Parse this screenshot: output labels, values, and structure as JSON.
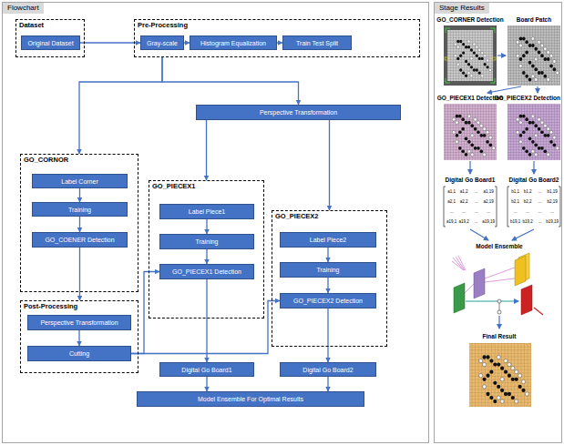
{
  "diagram": {
    "nodes": [
      {
        "text": [
          "Flowchart"
        ]
      },
      {
        "text": [
          "Dataset"
        ],
        "in": 0
      },
      {
        "text": [
          "Original Dataset"
        ],
        "in": 1
      },
      {
        "text": [
          "Pre-Processing"
        ],
        "in": 0
      },
      {
        "text": [
          "Gray-scale"
        ],
        "in": 3
      },
      {
        "text": [
          "Histogram Equalization"
        ],
        "in": 3
      },
      {
        "text": [
          "Train Test Split"
        ],
        "in": 3
      },
      {
        "text": [
          "Perspective Transformation"
        ],
        "in": 0
      },
      {
        "text": [
          "GO_CORNOR"
        ],
        "in": 0
      },
      {
        "text": [
          "Label Corner"
        ],
        "in": 8
      },
      {
        "text": [
          "Training"
        ],
        "in": 8
      },
      {
        "text": [
          "GO_COENER Detection"
        ],
        "in": 8
      },
      {
        "text": [
          "GO_PIECEX1"
        ],
        "in": 0
      },
      {
        "text": [
          "Label Piece1"
        ],
        "in": 12
      },
      {
        "text": [
          "Training"
        ],
        "in": 12
      },
      {
        "text": [
          "GO_PIECEX1 Detection"
        ],
        "in": 12
      },
      {
        "text": [
          "GO_PIECEX2"
        ],
        "in": 0
      },
      {
        "text": [
          "Label Piece2"
        ],
        "in": 16
      },
      {
        "text": [
          "Training"
        ],
        "in": 16
      },
      {
        "text": [
          "GO_PIECEX2 Detection"
        ],
        "in": 16
      },
      {
        "text": [
          "Post-Processing"
        ],
        "in": 0
      },
      {
        "text": [
          "Perspective Transformation"
        ],
        "in": 20
      },
      {
        "text": [
          "Cutting"
        ],
        "in": 20
      },
      {
        "text": [
          "Digital Go Board1"
        ],
        "in": 0
      },
      {
        "text": [
          "Digital Go Board2"
        ],
        "in": 0
      },
      {
        "text": [
          "Model Ensemble For Optimal Results"
        ],
        "in": 0
      },
      {
        "text": [
          "Stage Results"
        ]
      }
    ],
    "edges": [
      {
        "from": 2,
        "to": 4,
        "arrow": "to"
      },
      {
        "from": 4,
        "to": 5,
        "arrow": "to"
      },
      {
        "from": 5,
        "to": 6,
        "arrow": "to"
      },
      {
        "from": 3,
        "to": 8,
        "arrow": "to"
      },
      {
        "from": 3,
        "to": 7,
        "arrow": "to"
      },
      {
        "from": 9,
        "to": 10,
        "arrow": "to"
      },
      {
        "from": 10,
        "to": 11,
        "arrow": "to"
      },
      {
        "from": 11,
        "to": 20,
        "arrow": "to"
      },
      {
        "from": 7,
        "to": 12,
        "arrow": "to"
      },
      {
        "from": 7,
        "to": 16,
        "arrow": "to"
      },
      {
        "from": 13,
        "to": 14,
        "arrow": "to"
      },
      {
        "from": 14,
        "to": 15,
        "arrow": "to"
      },
      {
        "from": 17,
        "to": 18,
        "arrow": "to"
      },
      {
        "from": 18,
        "to": 19,
        "arrow": "to"
      },
      {
        "from": 21,
        "to": 22,
        "arrow": "to"
      },
      {
        "from": 22,
        "to": 15,
        "arrow": "to"
      },
      {
        "from": 22,
        "to": 19,
        "arrow": "to"
      },
      {
        "from": 15,
        "to": 23,
        "arrow": "to"
      },
      {
        "from": 19,
        "to": 24,
        "arrow": "to"
      },
      {
        "from": 23,
        "to": 25,
        "arrow": "to"
      },
      {
        "from": 24,
        "to": 25,
        "arrow": "to"
      }
    ],
    "labels": [
      "GO_CORNER Detection",
      "Board Patch",
      "GO_PIECEX1 Detection",
      "GO_PIECEX2 Detection",
      "Digital Go Board1",
      "Digital Go Board2",
      "Model Ensemble",
      "Final Result",
      "a1,1",
      "a1,2",
      "...",
      "a1,19",
      "a2,1",
      "a2,2",
      "...",
      "a2,19",
      "...",
      "...",
      "...",
      "...",
      "a19,1",
      "a19,2",
      "...",
      "a19,19",
      "b1,1",
      "b1,2",
      "...",
      "b1,19",
      "b2,1",
      "b2,2",
      "...",
      "b2,19",
      "...",
      "...",
      "...",
      "...",
      "b19,1",
      "b19,2",
      "...",
      "b19,19"
    ]
  }
}
